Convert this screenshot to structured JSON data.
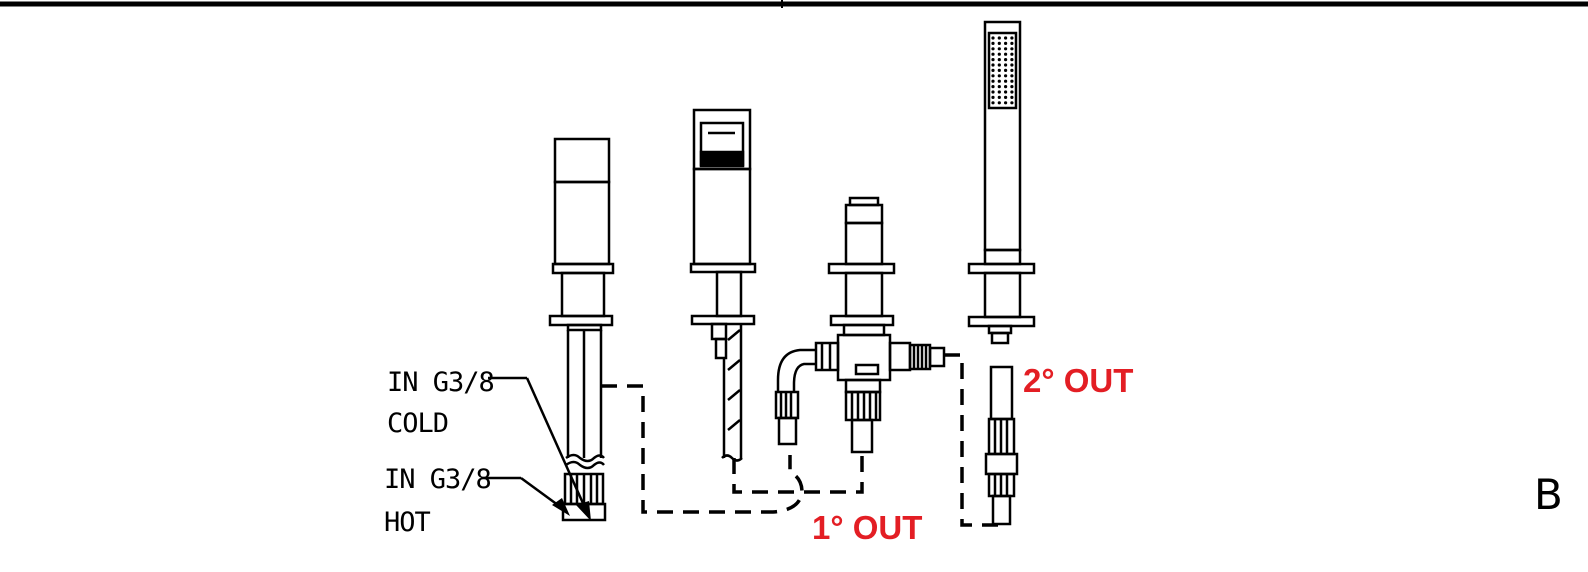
{
  "labels": {
    "cold_line1": "IN G3/8",
    "cold_line2": "COLD",
    "hot_line1": "IN G3/8",
    "hot_line2": "HOT",
    "out1": "1° OUT",
    "out2": "2° OUT",
    "sheet_letter": "B"
  },
  "colors": {
    "line": "#000000",
    "accent": "#e31e24"
  }
}
